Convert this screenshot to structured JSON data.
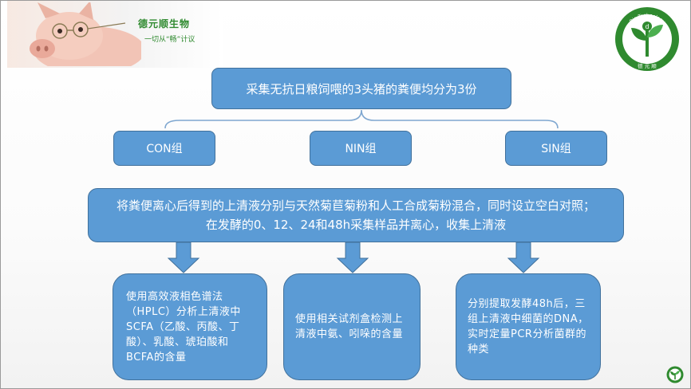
{
  "brand": {
    "name": "德元顺生物",
    "slogan": "一切从“畅”计议",
    "logo_ring_text": "Bio-Technology",
    "logo_bottom_text": "德 元 顺"
  },
  "diagram": {
    "title": "采集无抗日粮饲喂的3头猪的粪便均分为3份",
    "groups": [
      "CON组",
      "NIN组",
      "SIN组"
    ],
    "process": "将粪便离心后得到的上清液分别与天然菊苣菊粉和人工合成菊粉混合，同时设立空白对照；在发酵的0、12、24和48h采集样品并离心，收集上清液",
    "methods": [
      "使用高效液相色谱法（HPLC）分析上清液中SCFA（乙酸、丙酸、丁酸）、乳酸、琥珀酸和BCFA的含量",
      "使用相关试剂盒检测上清液中氨、吲哚的含量",
      "分别提取发酵48h后，三组上清液中细菌的DNA，实时定量PCR分析菌群的种类"
    ]
  },
  "colors": {
    "box_fill": "#5b9bd5",
    "box_border": "#41719c",
    "brand_green": "#2f8a2f"
  }
}
